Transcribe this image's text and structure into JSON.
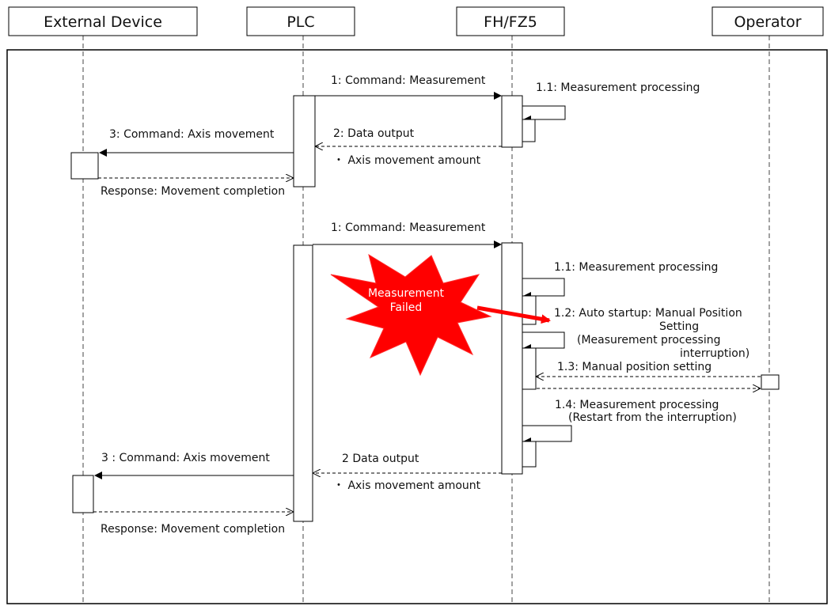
{
  "participants": {
    "external_device": "External Device",
    "plc": "PLC",
    "fh_fz5": "FH/FZ5",
    "operator": "Operator"
  },
  "sequence_1": {
    "cmd_measurement": "1: Command: Measurement",
    "measurement_processing": "1.1: Measurement processing",
    "data_output": "2: Data output",
    "axis_amount": "・ Axis movement amount",
    "cmd_axis": "3: Command: Axis movement",
    "response": "Response: Movement completion"
  },
  "sequence_2": {
    "cmd_measurement": "1: Command: Measurement",
    "measurement_processing": "1.1: Measurement processing",
    "auto_startup_l1": "1.2: Auto startup: Manual Position",
    "auto_startup_l2": "Setting",
    "auto_startup_l3": "(Measurement processing",
    "auto_startup_l4": "interruption)",
    "manual_setting": "1.3: Manual position setting",
    "restart_l1": "1.4: Measurement processing",
    "restart_l2": "(Restart from the interruption)",
    "data_output": "2 Data output",
    "axis_amount": "・ Axis movement amount",
    "cmd_axis": "3 : Command: Axis movement",
    "response": "Response: Movement completion"
  },
  "failure": {
    "line1": "Measurement",
    "line2": "Failed",
    "color": "#ff0000"
  }
}
